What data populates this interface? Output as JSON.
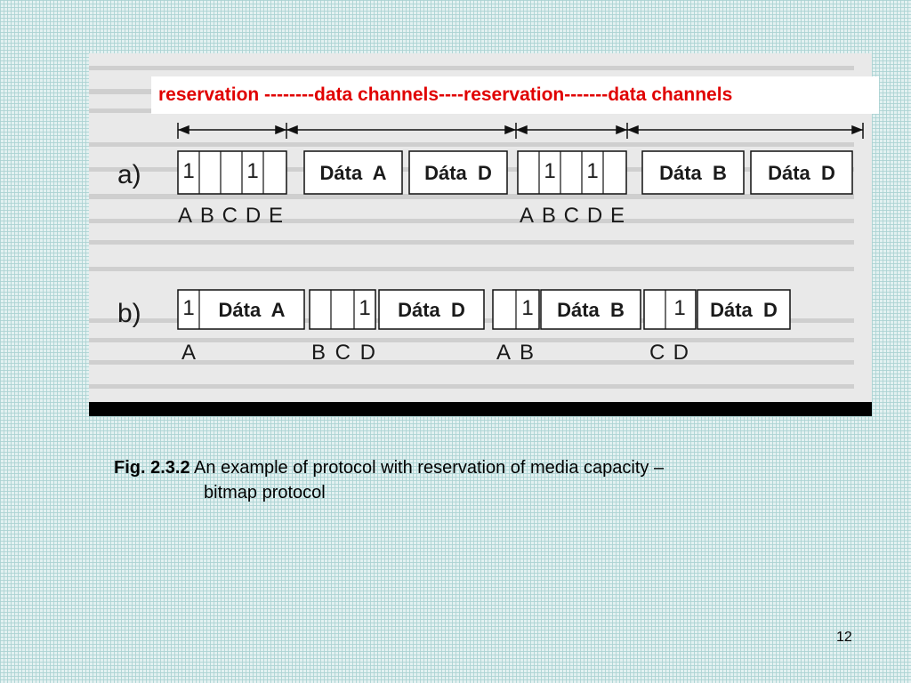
{
  "overlay": {
    "caption": "reservation --------data channels----reservation-------data channels"
  },
  "figure": {
    "row_a": {
      "label": "a)",
      "res1_bits": [
        "1",
        "",
        "",
        "1",
        ""
      ],
      "res1_letters": "ABCDE",
      "data1": [
        "Dáta  A",
        "Dáta  D"
      ],
      "res2_bits": [
        "",
        "1",
        "",
        "1",
        ""
      ],
      "res2_letters": "ABCDE",
      "data2": [
        "Dáta  B",
        "Dáta  D"
      ]
    },
    "row_b": {
      "label": "b)",
      "groups": [
        {
          "bit": "1",
          "data": "Dáta  A",
          "letters": "A"
        },
        {
          "bit": "1",
          "data": "Dáta  D",
          "letters": "BCD"
        },
        {
          "bit": "1",
          "data": "Dáta  B",
          "letters": "AB"
        },
        {
          "bit": "1",
          "data": "Dáta  D",
          "letters": "CD"
        }
      ]
    }
  },
  "caption": {
    "number": "Fig. 2.3.2",
    "text_line1": "An example of protocol with reservation of media capacity –",
    "text_line2": "bitmap protocol"
  },
  "page_number": "12"
}
